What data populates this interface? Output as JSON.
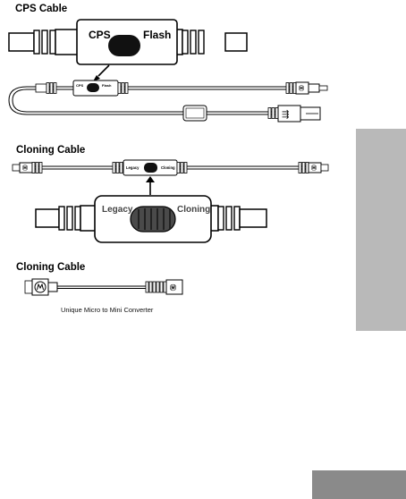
{
  "sections": [
    {
      "title": "CPS Cable",
      "switch_labels": [
        "CPS",
        "Flash"
      ],
      "small_switch_labels": [
        "CPS",
        "Flash"
      ]
    },
    {
      "title": "Cloning Cable",
      "switch_labels": [
        "Legacy",
        "Cloning"
      ],
      "small_switch_labels": [
        "Legacy",
        "Cloning"
      ]
    },
    {
      "title": "Cloning Cable",
      "caption": "Unique Micro to Mini Converter"
    }
  ],
  "colors": {
    "side_tab": "#b9b9b9",
    "page_tab": "#8a8a8a"
  },
  "icons": [
    "usb-icon",
    "motorola-logo-icon",
    "mini-usb-plug-icon"
  ]
}
